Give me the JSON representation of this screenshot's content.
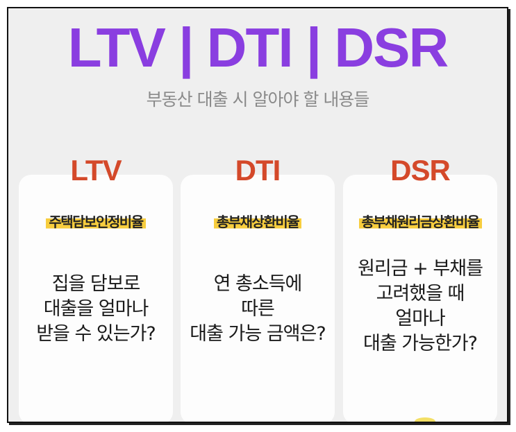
{
  "header": {
    "title": "LTV | DTI | DSR",
    "subtitle": "부동산 대출 시 알아야 할 내용들"
  },
  "colors": {
    "title": "#8a3ee0",
    "acronym": "#d4492a",
    "highlight": "#f7cd3e",
    "background": "#efefef",
    "card": "#fdfdfd"
  },
  "cards": [
    {
      "acronym": "LTV",
      "term": "주택담보인정비율",
      "body": "집을 담보로\n대출을 얼마나\n받을 수 있는가?"
    },
    {
      "acronym": "DTI",
      "term": "총부채상환비율",
      "body": "연 총소득에\n따른\n대출 가능 금액은?"
    },
    {
      "acronym": "DSR",
      "term": "총부채원리금상환비율",
      "body": "원리금 + 부채를\n고려했을 때\n얼마나\n대출 가능한가?"
    }
  ]
}
